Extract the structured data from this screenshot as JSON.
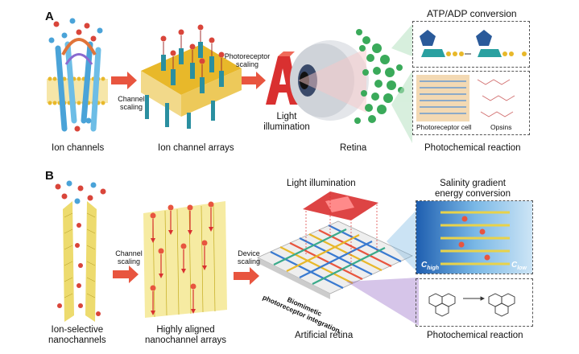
{
  "panel_a": {
    "letter": "A",
    "labels": {
      "ion_channels": "Ion channels",
      "ion_channel_arrays": "Ion channel arrays",
      "retina": "Retina",
      "photochemical_reaction": "Photochemical reaction",
      "atp_adp": "ATP/ADP conversion",
      "channel_scaling_1": "Channel",
      "channel_scaling_2": "scaling",
      "photoreceptor_scaling_1": "Photoreceptor",
      "photoreceptor_scaling_2": "scaling",
      "light_illumination_1": "Light",
      "light_illumination_2": "illumination",
      "photoreceptor_cell": "Photoreceptor cell",
      "opsins": "Opsins"
    }
  },
  "panel_b": {
    "letter": "B",
    "labels": {
      "ion_selective_1": "Ion-selective",
      "ion_selective_2": "nanochannels",
      "aligned_1": "Highly aligned",
      "aligned_2": "nanochannel arrays",
      "channel_scaling_1": "Channel",
      "channel_scaling_2": "scaling",
      "device_scaling_1": "Device",
      "device_scaling_2": "scaling",
      "light_illumination": "Light illumination",
      "salinity_1": "Salinity gradient",
      "salinity_2": "energy conversion",
      "artificial_retina": "Artificial retina",
      "photochemical_reaction": "Photochemical reaction",
      "biomimetic_1": "Biomimetic",
      "biomimetic_2": "photoreceptor integration",
      "c_high": "C",
      "c_high_sub": "high",
      "c_low": "C",
      "c_low_sub": "low"
    }
  },
  "colors": {
    "arrow_red": "#e8553f",
    "ion_red": "#d9453a",
    "ion_blue": "#4aa3d8",
    "membrane_gold": "#e8b82a",
    "retina_green": "#3aaa5a",
    "gradient_blue": "#1f6fb8",
    "nanochannel_yellow": "#e8d24a"
  }
}
